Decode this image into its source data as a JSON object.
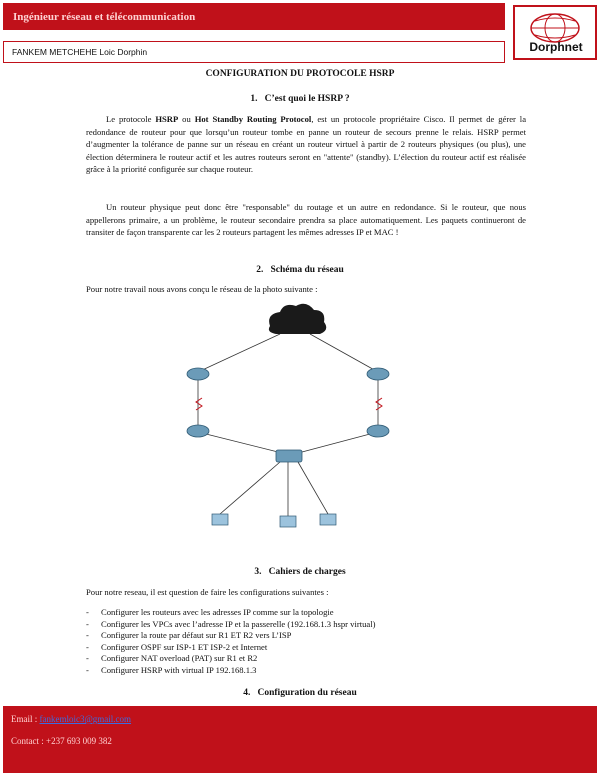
{
  "header": {
    "title": "Ingénieur réseau et télécommunication",
    "author": "FANKEM METCHEHE Loic Dorphin",
    "logo_text": "Dorphnet"
  },
  "doc_title": "CONFIGURATION DU PROTOCOLE HSRP",
  "sections": [
    {
      "number": "1.",
      "title": "C’est quoi le HSRP ?"
    },
    {
      "number": "2.",
      "title": "Schéma du réseau"
    },
    {
      "number": "3.",
      "title": "Cahiers de charges"
    },
    {
      "number": "4.",
      "title": "Configuration du réseau"
    }
  ],
  "intro": {
    "p1_prefix": "Le protocole ",
    "p1_bold1": "HSRP",
    "p1_mid": " ou ",
    "p1_bold2": "Hot Standby Routing Protocol",
    "p1_rest": ", est un protocole propriétaire Cisco. Il permet de gérer la redondance de routeur pour que lorsqu’un routeur tombe en panne un routeur de secours prenne le relais. HSRP permet d’augmenter la tolérance de panne sur un réseau en créant un routeur virtuel à partir de 2 routeurs physiques (ou plus), une élection déterminera le routeur actif et les autres routeurs seront en \"attente\" (standby). L’élection du routeur actif est réalisée grâce à la priorité configurée sur chaque routeur.",
    "p2": "Un routeur physique peut donc être \"responsable\" du routage et un autre en redondance. Si le routeur, que nous appellerons primaire, a un problème, le routeur secondaire prendra sa place automatiquement. Les paquets continueront de transiter de façon transparente car les 2 routeurs partagent les mêmes adresses IP et MAC !"
  },
  "diagram_intro": "Pour notre travail nous avons conçu le réseau de la photo suivante :",
  "requirements_intro": "Pour notre reseau, il est question de faire les configurations suivantes :",
  "requirements": [
    "Configurer les routeurs avec les adresses IP comme sur la topologie",
    "Configurer les VPCs avec l’adresse IP et la passerelle (192.168.1.3 hspr virtual)",
    "Configurer la route par défaut sur R1 ET R2 vers L’ISP",
    "Configurer OSPF sur ISP-1 ET ISP-2 et Internet",
    "Configurer NAT overload (PAT) sur R1 et R2",
    "Configurer HSRP with virtual IP 192.168.1.3"
  ],
  "footer": {
    "email_label": "Email : ",
    "email": "fankemloic3@gmail.com",
    "contact": "Contact : +237 693 009 382"
  },
  "colors": {
    "brand": "#c0111a",
    "footer_text": "#ffd2d2",
    "link": "#3d6be0"
  }
}
